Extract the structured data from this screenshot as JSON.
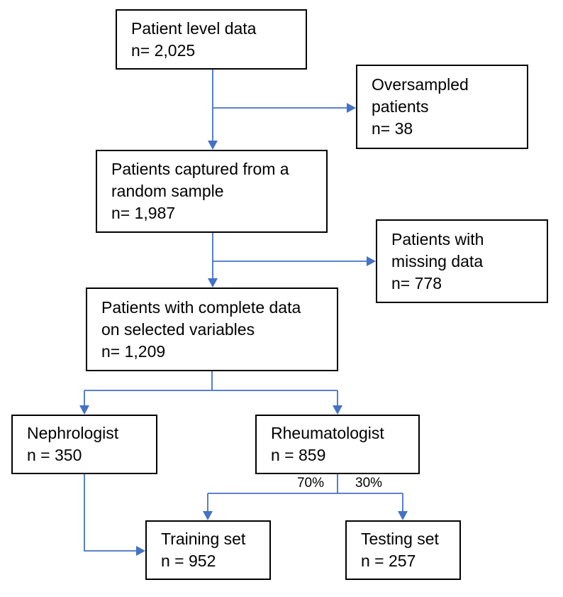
{
  "colors": {
    "connector": "#4472C4",
    "box_border": "#000000",
    "text": "#000000",
    "background": "#FFFFFF"
  },
  "boxes": {
    "patient_level": {
      "lines": [
        "Patient level data",
        "n= 2,025"
      ]
    },
    "oversampled": {
      "lines": [
        "Oversampled",
        "patients",
        "n= 38"
      ]
    },
    "random_sample": {
      "lines": [
        "Patients captured from a",
        "random sample",
        "n= 1,987"
      ]
    },
    "missing_data": {
      "lines": [
        "Patients with",
        "missing data",
        "n= 778"
      ]
    },
    "complete_data": {
      "lines": [
        "Patients with complete data",
        "on selected variables",
        "n= 1,209"
      ]
    },
    "nephrologist": {
      "lines": [
        "Nephrologist",
        "n = 350"
      ]
    },
    "rheumatologist": {
      "lines": [
        "Rheumatologist",
        "n = 859"
      ]
    },
    "training_set": {
      "lines": [
        "Training set",
        "n = 952"
      ]
    },
    "testing_set": {
      "lines": [
        "Testing set",
        "n = 257"
      ]
    }
  },
  "split_labels": {
    "training_pct": "70%",
    "testing_pct": "30%"
  }
}
